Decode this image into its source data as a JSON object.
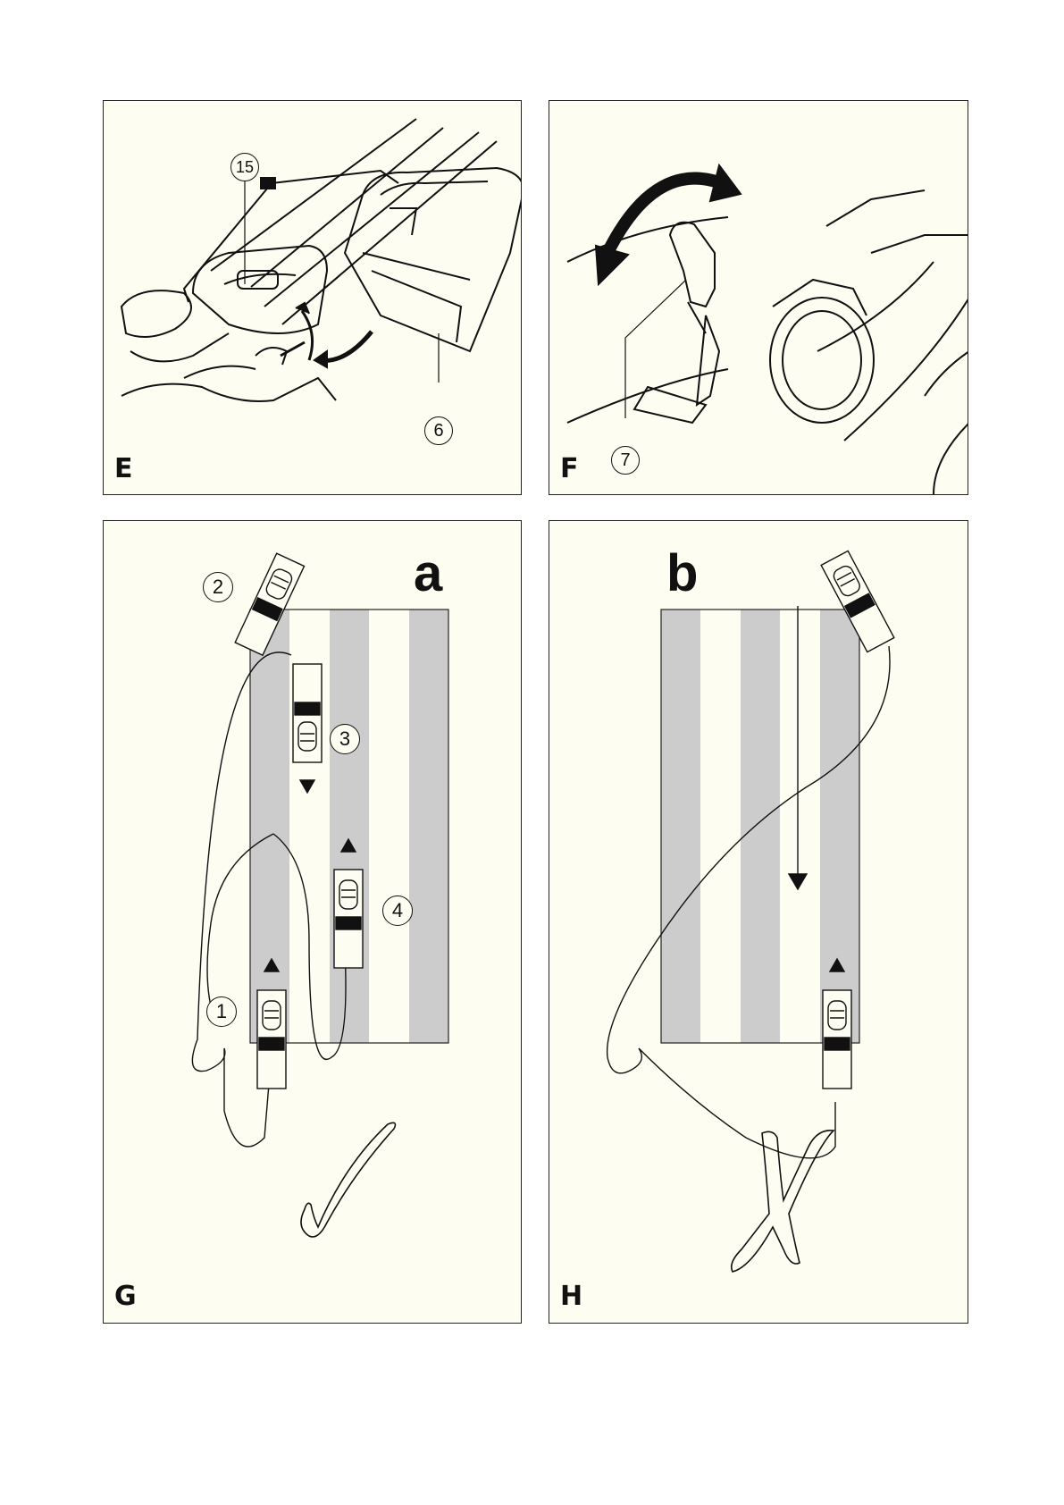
{
  "panels": {
    "E": {
      "label": "E",
      "callouts": [
        "15",
        "6"
      ]
    },
    "F": {
      "label": "F",
      "callouts": [
        "7"
      ]
    },
    "G": {
      "label": "G",
      "letter": "a",
      "callouts": [
        "1",
        "2",
        "3",
        "4"
      ],
      "verdict_icon": "checkmark-icon"
    },
    "H": {
      "label": "H",
      "letter": "b",
      "verdict_icon": "cross-icon"
    }
  },
  "colors": {
    "panel_bg": "#fdfdf2",
    "stripe": "#cccccc",
    "line": "#111111"
  }
}
